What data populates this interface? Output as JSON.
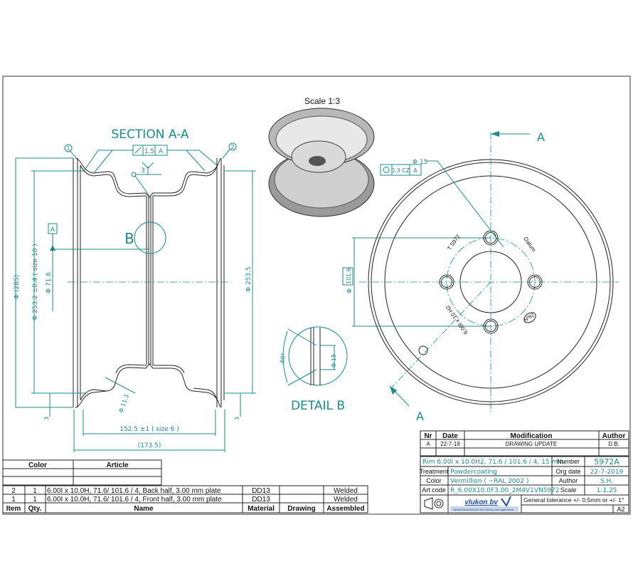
{
  "scale_label": "Scale 1:3",
  "section": {
    "title": "SECTION A-A",
    "balloon_1": "1",
    "balloon_2": "2",
    "runout_tolerance": "1.5",
    "runout_datum": "A",
    "weld_size": "3",
    "datum_label": "A",
    "detail_marker": "B",
    "dim_outer_dia": "Φ (285)",
    "dim_bead_seat": "Φ 253.2 ±0.4 ( size 10 )",
    "dim_hub": "Φ 71.6",
    "dim_right": "Φ 253.5",
    "dim_flange": "Φ 11.3",
    "dim_width_inner": "152.5 ±1 ( size 6 )",
    "dim_width_outer": "(173.5)",
    "dim_thk_left": "3",
    "dim_thk_right": "3"
  },
  "detail_b": {
    "title": "DETAIL B",
    "angle": "60°",
    "dia": "Φ 15"
  },
  "front_view": {
    "section_mark_top": "A",
    "section_mark_bottom": "A",
    "hole_dia": "Φ 15",
    "position_tol": "0.3 CZ",
    "position_datum": "A",
    "pcd_prefix": "Φ",
    "pcd": "101.6",
    "stamp_code": "T 5972",
    "stamp_datum": "Datum",
    "stamp_size": "6.00I x 10 H2",
    "stamp_number": "Nº82"
  },
  "revision_table": {
    "headers": [
      "Nr",
      "Date",
      "Modification",
      "Author"
    ],
    "rows": [
      [
        "A",
        "22-7-19",
        "DRAWING UPDATE",
        "D.B."
      ]
    ]
  },
  "title_block": {
    "description": "Rim 6.00I x 10.0H2,  71.6 / 101.6 / 4,  15 mm",
    "number_label": "Number",
    "number": "5972A",
    "treatment_label": "Treatment",
    "treatment": "Powdercoating",
    "org_date_label": "Org date",
    "org_date": "22-7-2019",
    "color_label": "Color",
    "color": "Vermillion ( ~RAL 2002 )",
    "author_label": "Author",
    "author": "S.H.",
    "art_code_label": "Art code",
    "art_code": "R_6.00X10.0F3.00_2M4V1VN5972",
    "scale_label": "Scale",
    "scale": "1:1.25",
    "company": "vlukon bv",
    "company_tagline": "Wheel Manufacturer for industry and agriculture",
    "tolerance": "General tolerance +/- 0.5mm or +/- 1°",
    "sheet": "A2"
  },
  "parts_list": {
    "top_headers": [
      "Color",
      "Article"
    ],
    "headers": [
      "Item",
      "Qty.",
      "Name",
      "Material",
      "Drawing",
      "Assembled"
    ],
    "rows": [
      [
        "2",
        "1",
        "6.00I x 10.0H,  71.6/ 101.6 / 4, Back half, 3.00 mm plate",
        "DD13",
        "",
        "Welded"
      ],
      [
        "1",
        "1",
        "6.00I x 10.0H,  71.6/ 101.6 / 4, Front half, 3.00 mm plate",
        "DD13",
        "",
        "Welded"
      ]
    ]
  },
  "colors": {
    "dimension": "#1b8a8a",
    "geometry": "#222222",
    "logo": "#1f4fa0"
  }
}
